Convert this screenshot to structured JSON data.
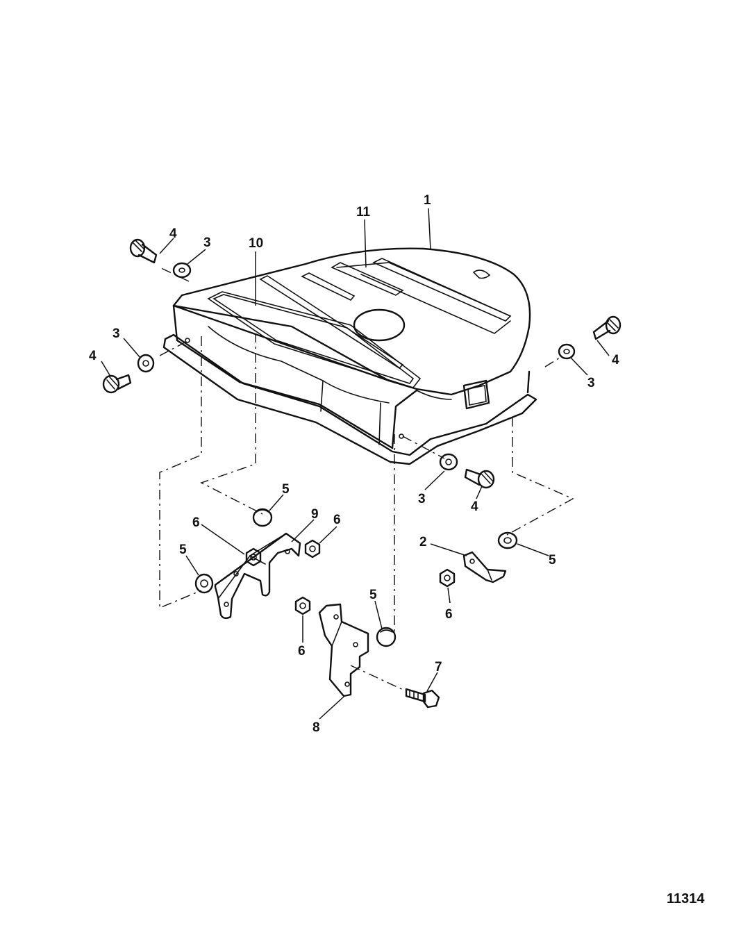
{
  "figure_number": "11314",
  "callouts": [
    {
      "id": "c1",
      "label": "1"
    },
    {
      "id": "c11",
      "label": "11"
    },
    {
      "id": "c10",
      "label": "10"
    },
    {
      "id": "c4a",
      "label": "4"
    },
    {
      "id": "c3a",
      "label": "3"
    },
    {
      "id": "c3b",
      "label": "3"
    },
    {
      "id": "c4b",
      "label": "4"
    },
    {
      "id": "c4c",
      "label": "4"
    },
    {
      "id": "c3c",
      "label": "3"
    },
    {
      "id": "c3d",
      "label": "3"
    },
    {
      "id": "c4d",
      "label": "4"
    },
    {
      "id": "c5a",
      "label": "5"
    },
    {
      "id": "c9",
      "label": "9"
    },
    {
      "id": "c6a",
      "label": "6"
    },
    {
      "id": "c6b",
      "label": "6"
    },
    {
      "id": "c5b",
      "label": "5"
    },
    {
      "id": "c2",
      "label": "2"
    },
    {
      "id": "c5c",
      "label": "5"
    },
    {
      "id": "c6c",
      "label": "6"
    },
    {
      "id": "c5d",
      "label": "5"
    },
    {
      "id": "c6d",
      "label": "6"
    },
    {
      "id": "c7",
      "label": "7"
    },
    {
      "id": "c8",
      "label": "8"
    }
  ]
}
